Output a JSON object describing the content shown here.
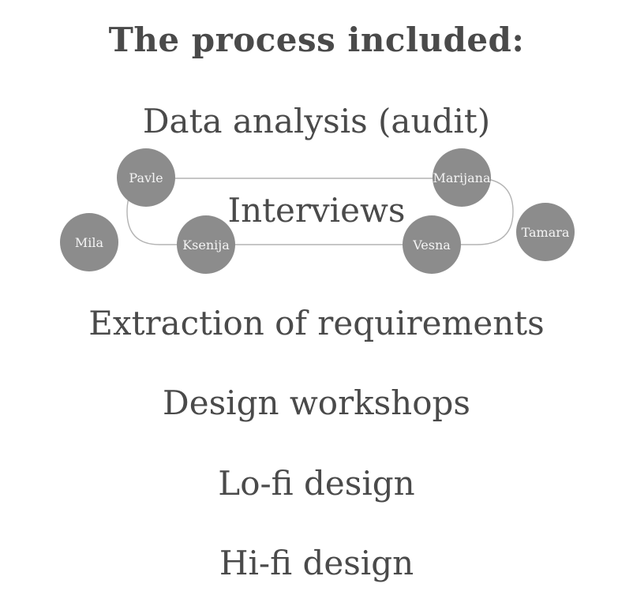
{
  "title": "The process included:",
  "steps": [
    "Data analysis (audit)",
    "Interviews",
    "Extraction of requirements",
    "Design workshops",
    "Lo-fi design",
    "Hi-fi design"
  ],
  "participants": [
    "Pavle",
    "Marijana",
    "Mila",
    "Ksenija",
    "Vesna",
    "Tamara"
  ],
  "colors": {
    "text": "#4a4a4a",
    "circle": "#8c8c8c",
    "circle_text": "#f4f4f4",
    "loop_line": "#b3b3b3"
  }
}
